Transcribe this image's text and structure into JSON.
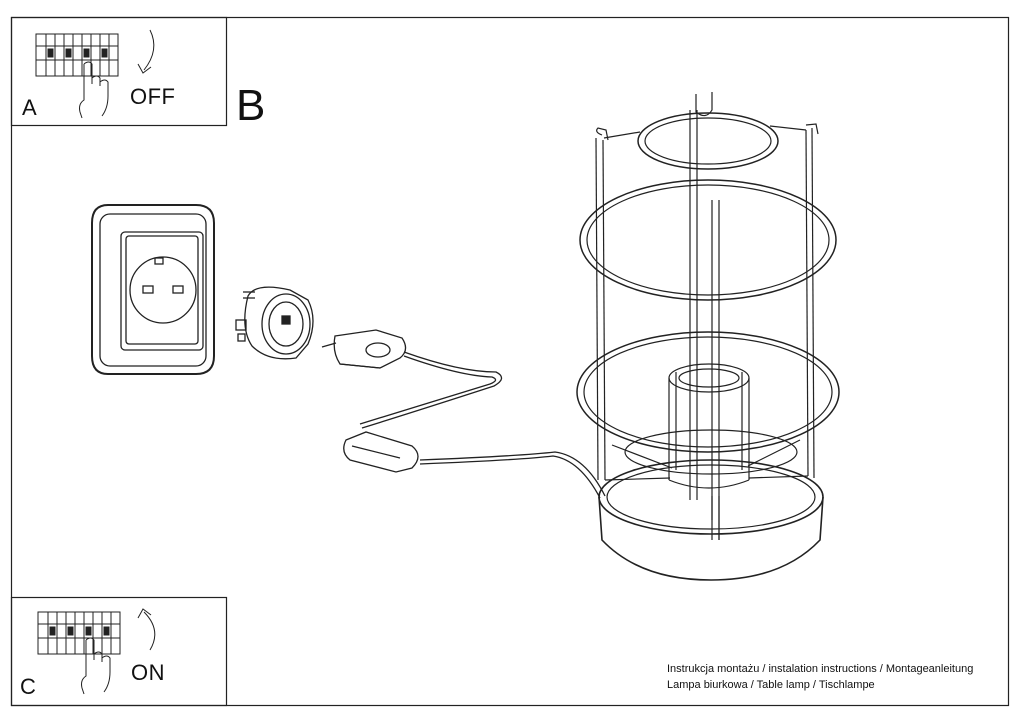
{
  "steps": {
    "a": {
      "letter": "A",
      "label": "OFF"
    },
    "b": {
      "letter": "B"
    },
    "c": {
      "letter": "C",
      "label": "ON"
    }
  },
  "footer": {
    "line1": "Instrukcja montażu / instalation instructions / Montageanleitung",
    "line2": "Lampa biurkowa / Table lamp / Tischlampe"
  },
  "colors": {
    "line": "#2a2a2a",
    "paper": "#ffffff"
  }
}
